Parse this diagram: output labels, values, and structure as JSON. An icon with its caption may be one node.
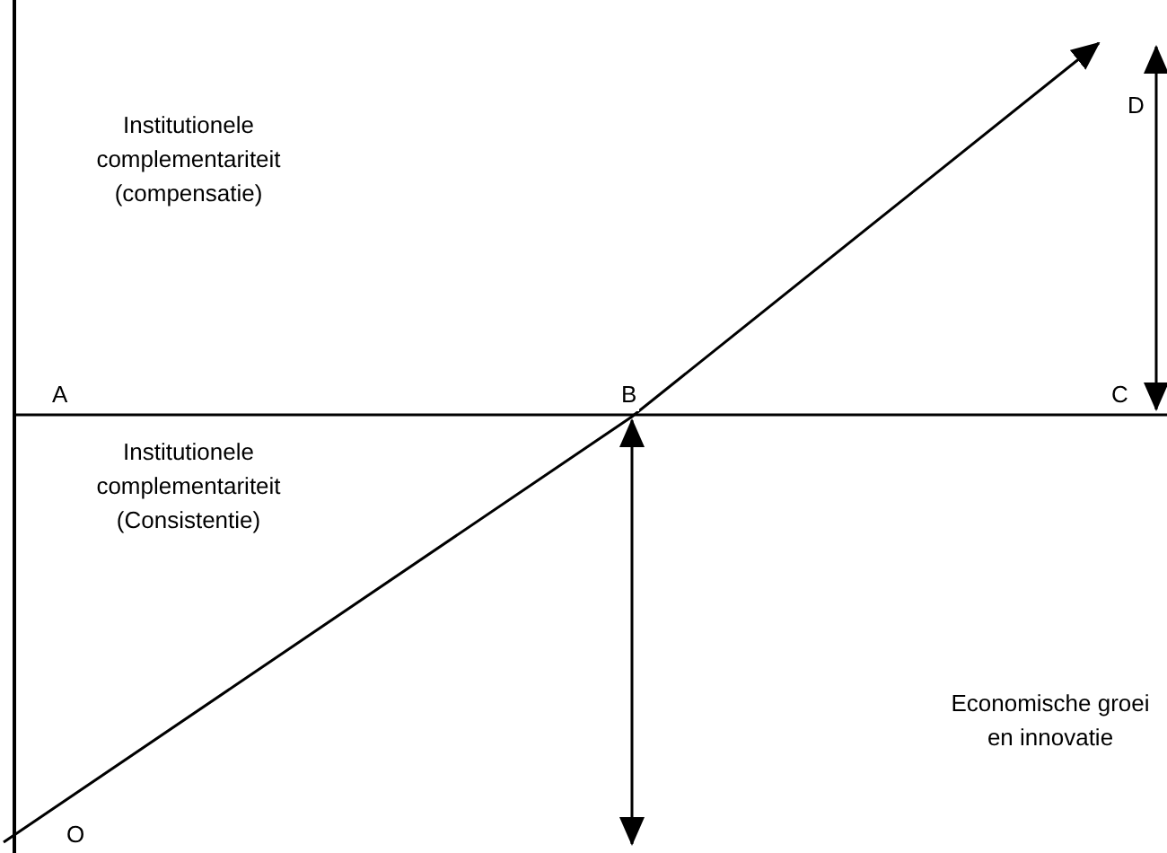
{
  "diagram": {
    "labels": [
      "Institutionele complementariteit (compensatie)",
      "D",
      "A",
      "B",
      "C",
      "Institutionele complementariteit (Consistentie)",
      "O",
      "Economische groei en innovatie"
    ]
  }
}
